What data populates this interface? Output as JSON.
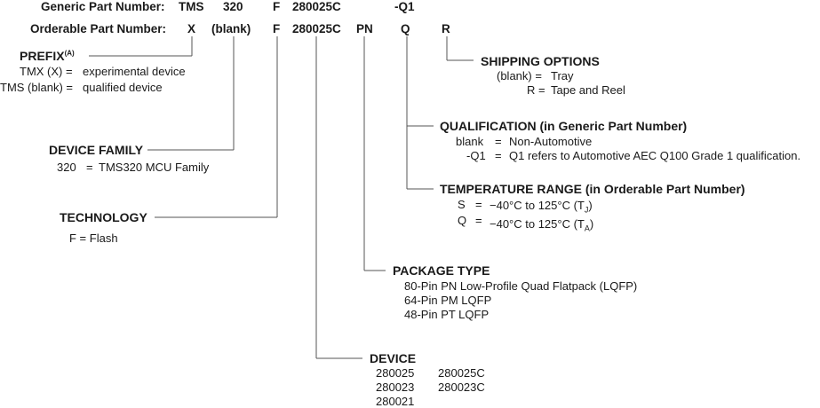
{
  "header": {
    "generic_label": "Generic Part Number:",
    "orderable_label": "Orderable Part Number:",
    "generic": [
      "TMS",
      "320",
      "F",
      "280025C",
      "-Q1"
    ],
    "orderable": [
      "X",
      "(blank)",
      "F",
      "280025C",
      "PN",
      "Q",
      "R"
    ]
  },
  "prefix": {
    "title": "PREFIX",
    "note": "(A)",
    "rows": [
      {
        "key": "TMX (X) =",
        "value": "experimental device"
      },
      {
        "key": "TMS (blank) =",
        "value": "qualified device"
      }
    ]
  },
  "device_family": {
    "title": "DEVICE FAMILY",
    "row": {
      "key": "320",
      "eq": "=",
      "value": "TMS320 MCU Family"
    }
  },
  "technology": {
    "title": "TECHNOLOGY",
    "row": "F = Flash"
  },
  "shipping": {
    "title": "SHIPPING OPTIONS",
    "rows": [
      {
        "key": "(blank) =",
        "value": "Tray"
      },
      {
        "key": "R =",
        "value": "Tape and Reel"
      }
    ]
  },
  "qualification": {
    "title": "QUALIFICATION (in Generic Part Number)",
    "rows": [
      {
        "key": "blank",
        "eq": "=",
        "value": "Non-Automotive"
      },
      {
        "key": "-Q1",
        "eq": "=",
        "value": "Q1 refers to Automotive AEC Q100 Grade 1 qualification."
      }
    ]
  },
  "temperature": {
    "title": "TEMPERATURE RANGE (in Orderable Part Number)",
    "rows": [
      {
        "key": "S",
        "eq": "=",
        "value": "−40°C to 125°C (T",
        "sub": "J",
        "close": ")"
      },
      {
        "key": "Q",
        "eq": "=",
        "value": "−40°C to 125°C (T",
        "sub": "A",
        "close": ")"
      }
    ]
  },
  "package": {
    "title": "PACKAGE TYPE",
    "rows": [
      "80-Pin PN Low-Profile Quad Flatpack (LQFP)",
      "64-Pin PM LQFP",
      "48-Pin PT LQFP"
    ]
  },
  "device": {
    "title": "DEVICE",
    "col1": [
      "280025",
      "280023",
      "280021"
    ],
    "col2": [
      "280025C",
      "280023C"
    ]
  }
}
